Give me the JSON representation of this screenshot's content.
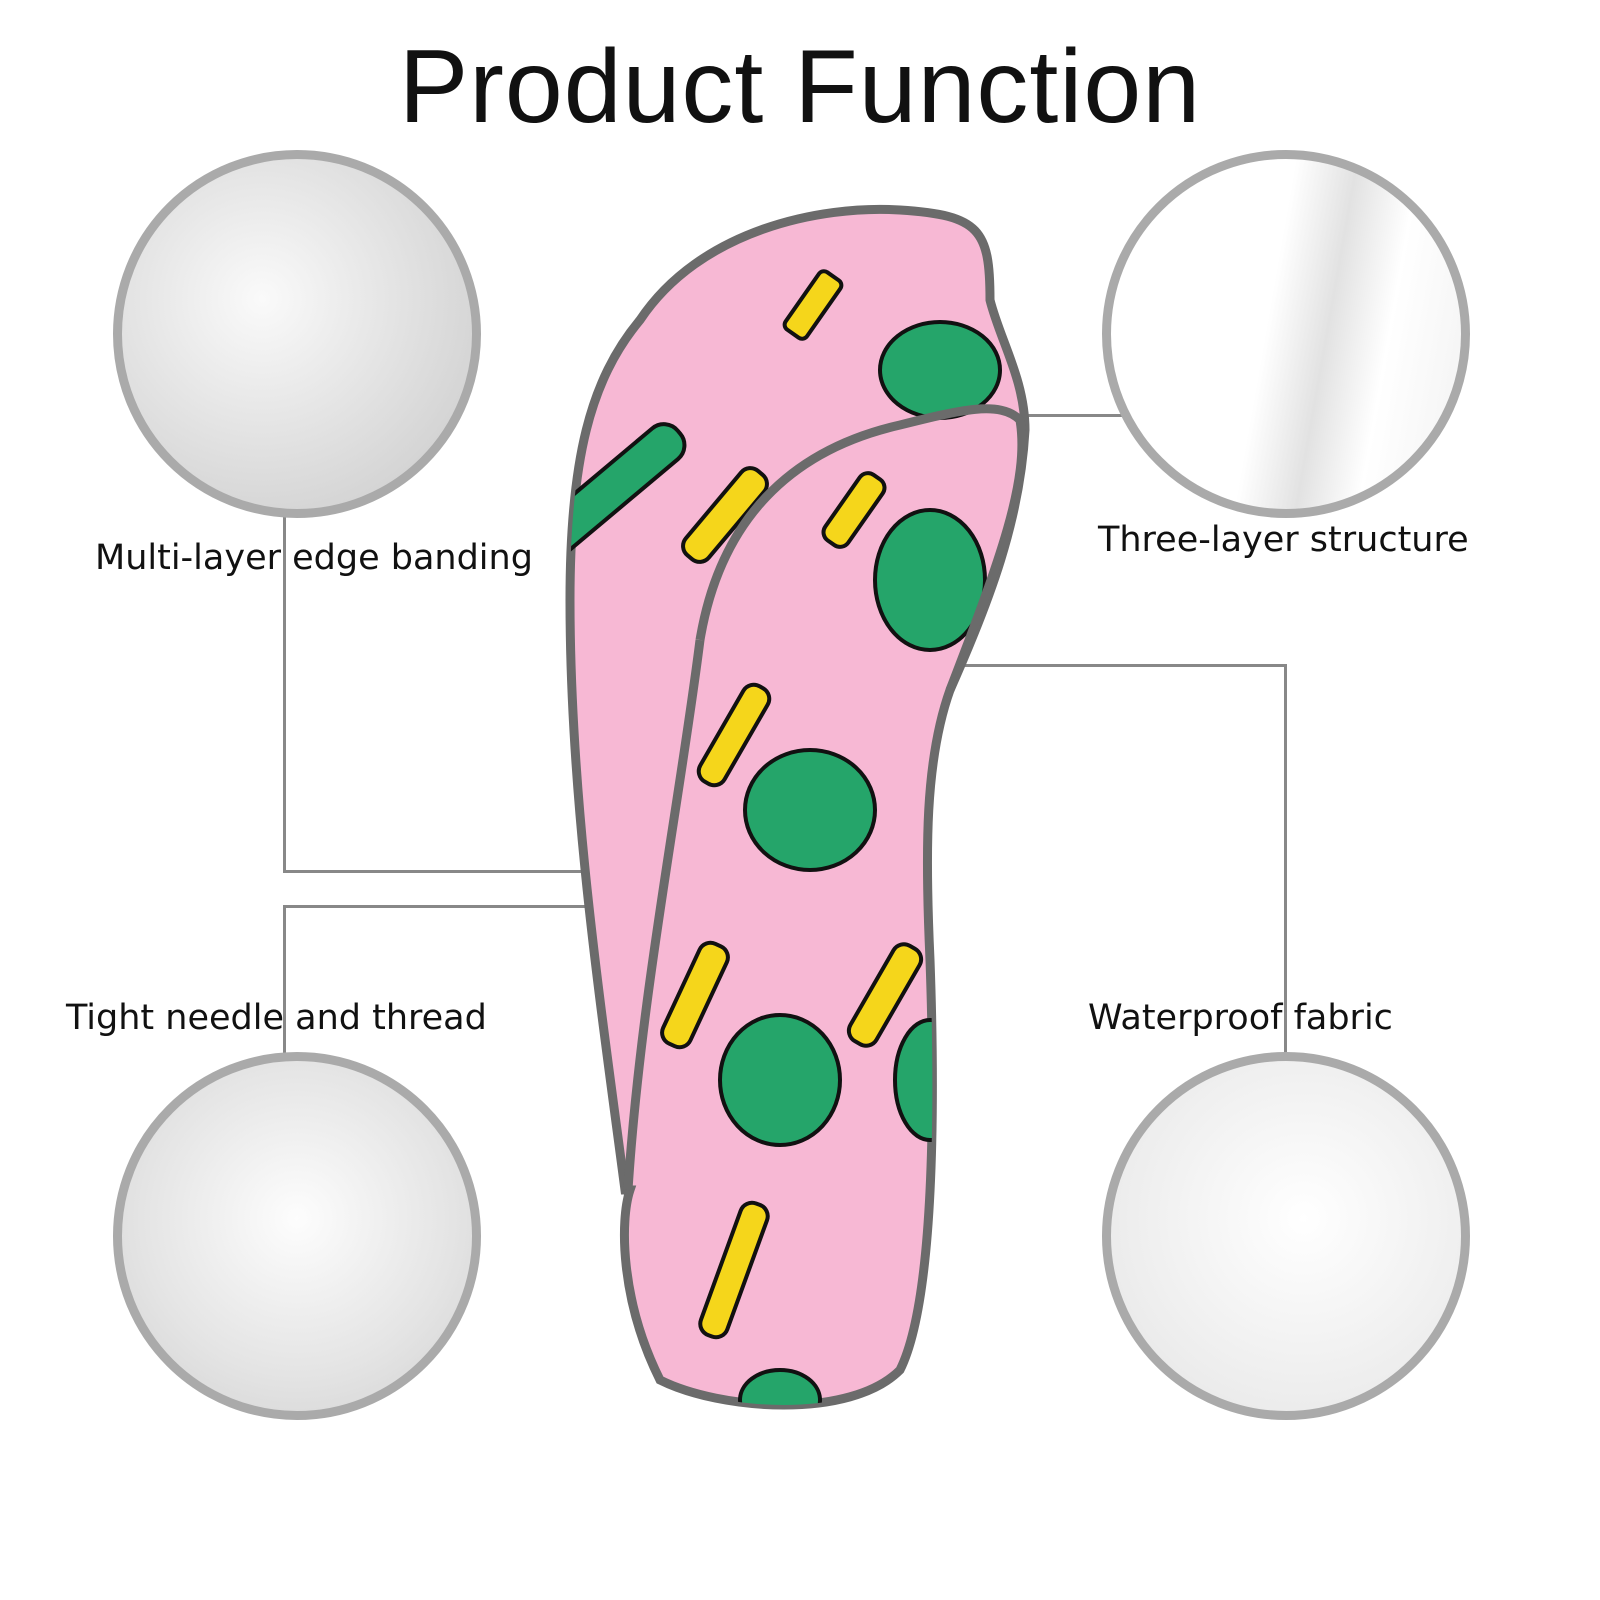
{
  "title": "Product Function",
  "features": [
    {
      "label": "Multi-layer edge banding"
    },
    {
      "label": "Three-layer structure"
    },
    {
      "label": "Tight needle and thread"
    },
    {
      "label": "Waterproof fabric"
    }
  ],
  "colors": {
    "pink": "#f7b6d2",
    "green": "#25a56a",
    "yellow": "#f5d61b",
    "outline": "#6b6b6b",
    "circle_border": "#aaaaaa"
  }
}
